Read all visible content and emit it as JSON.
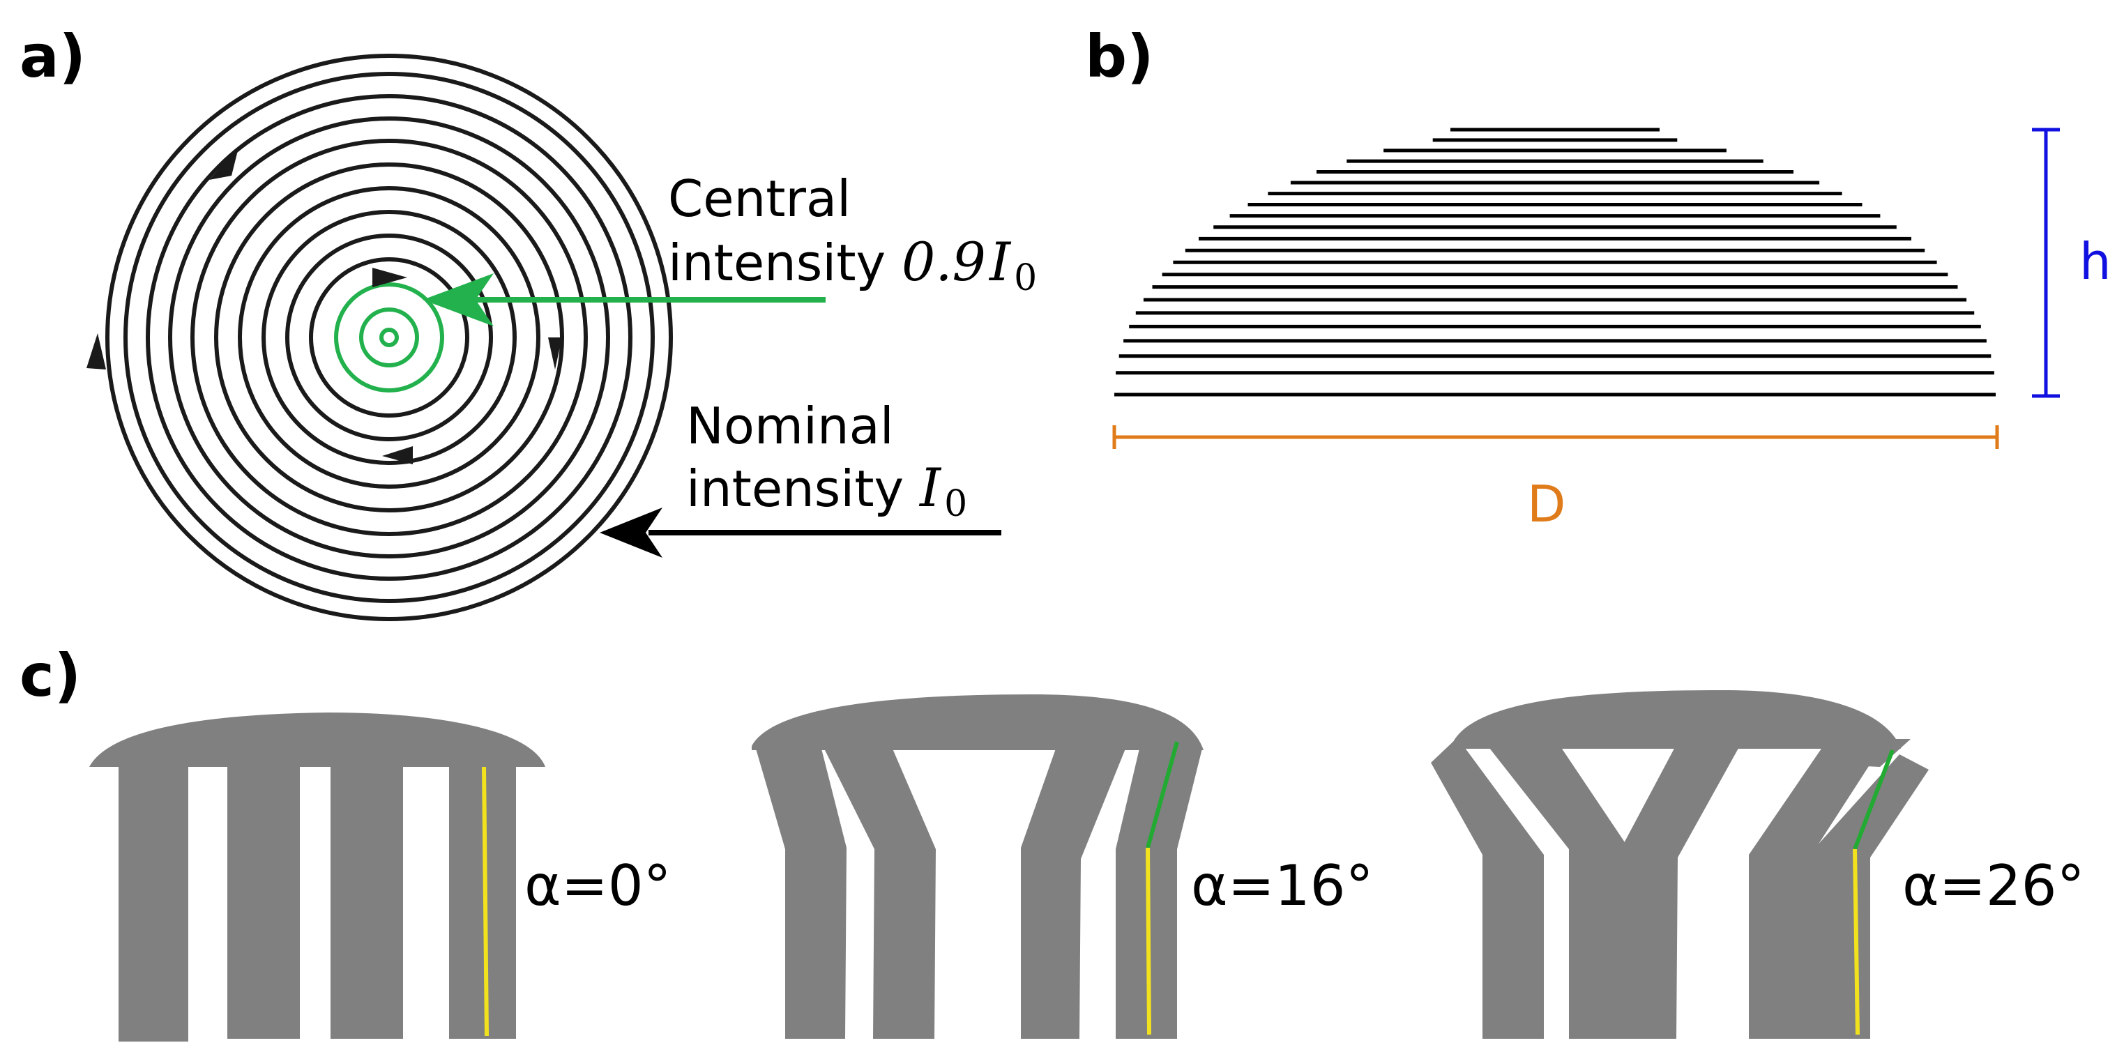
{
  "panel_a": {
    "label": "a)",
    "central_line1": "Central",
    "central_line2": "intensity ",
    "central_value": "0.9",
    "central_symbol": "I",
    "central_sub": "0",
    "nominal_line1": "Nominal",
    "nominal_line2": "intensity ",
    "nominal_symbol": "I",
    "nominal_sub": "0"
  },
  "panel_b": {
    "label": "b)",
    "height_label": "h",
    "diameter_label": "D"
  },
  "panel_c": {
    "label": "c)",
    "angles": [
      "α=0°",
      "α=16°",
      "α=26°"
    ]
  },
  "colors": {
    "structure": "#808080",
    "spiral": "#1a1a1a",
    "central_highlight": "#22b14c",
    "height_dim": "#1010e0",
    "diameter_dim": "#e07b1a",
    "vertical_segment": "#f2e21e",
    "tilted_segment": "#22aa33"
  }
}
